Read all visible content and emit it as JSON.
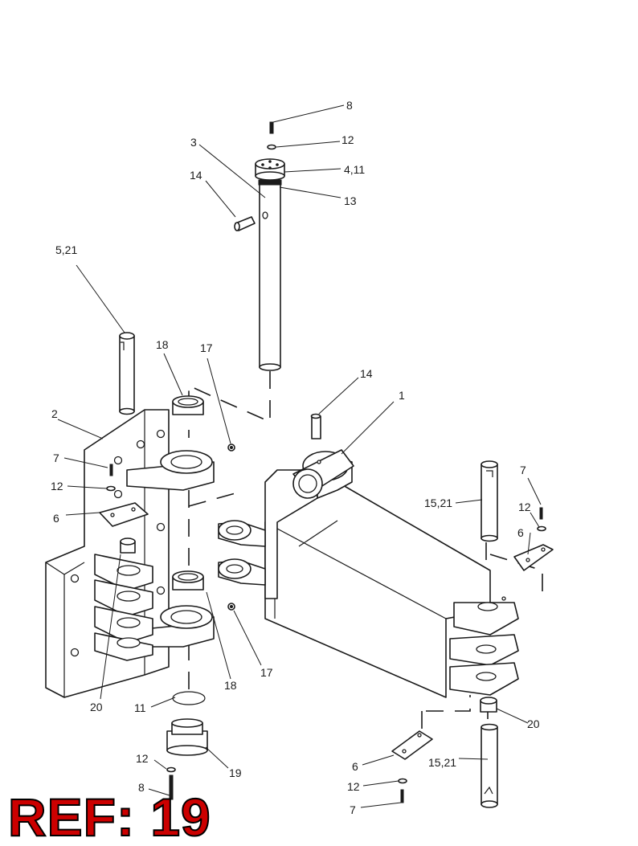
{
  "ref_label": "REF: 19",
  "colors": {
    "ink": "#1a1a1a",
    "ref_fill": "#cc0000",
    "ref_outline": "#000000",
    "background": "#ffffff"
  },
  "callouts": {
    "c8_top": "8",
    "c12_top": "12",
    "c4_11": "4,11",
    "c13": "13",
    "c3": "3",
    "c14_left": "14",
    "c5_21": "5,21",
    "c18_top": "18",
    "c17_top": "17",
    "c14_right": "14",
    "c1": "1",
    "c2": "2",
    "c7_left": "7",
    "c12_left": "12",
    "c6_left": "6",
    "c7_right": "7",
    "c15_21_top": "15,21",
    "c12_right": "12",
    "c6_right": "6",
    "c17_bottom": "17",
    "c18_bottom": "18",
    "c20_left": "20",
    "c11": "11",
    "c20_right": "20",
    "c12_bottom_left": "12",
    "c19": "19",
    "c8_bottom": "8",
    "c6_bottom": "6",
    "c15_21_bottom": "15,21",
    "c12_bottom_right": "12",
    "c7_bottom": "7"
  }
}
